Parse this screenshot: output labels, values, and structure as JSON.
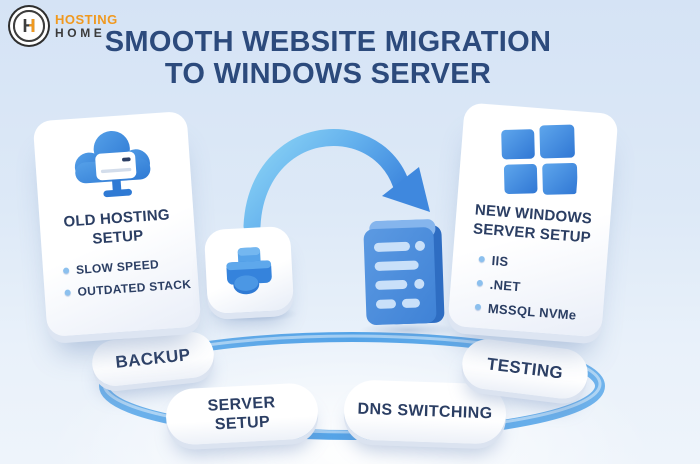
{
  "brand": {
    "monogram": "H",
    "name_top": "HOSTING",
    "name_bottom": "HOME"
  },
  "title": {
    "line1": "SMOOTH WEBSITE MIGRATION",
    "line2": "TO WINDOWS SERVER"
  },
  "old_setup_card": {
    "title": "OLD HOSTING SETUP",
    "icon": "cloud-monitor-icon",
    "items": [
      "SLOW SPEED",
      "OUTDATED STACK"
    ]
  },
  "new_setup_card": {
    "title": "NEW WINDOWS SERVER SETUP",
    "icon": "windows-logo-icon",
    "items": [
      "IIS",
      ".NET",
      "MSSQL NVMe"
    ]
  },
  "migration_art": {
    "arrow": "curved-migration-arrow-icon",
    "source": "app-blocks-icon",
    "target": "server-stack-icon"
  },
  "steps": [
    "BACKUP",
    "SERVER SETUP",
    "DNS SWITCHING",
    "TESTING"
  ],
  "colors": {
    "background_top": "#d5e3f5",
    "background_bottom": "#eef4fb",
    "title_navy": "#2c4a7c",
    "text_navy": "#2b3e63",
    "accent_blue": "#3e87de",
    "accent_blue_dark": "#2f7ad4",
    "arrow_light_blue": "#8ed6f6",
    "connector_blue": "#5da9e9",
    "bullet_blue": "#8cc0ee",
    "brand_orange": "#f0991f",
    "brand_dark": "#3d3d3d",
    "card_white": "#ffffff"
  }
}
